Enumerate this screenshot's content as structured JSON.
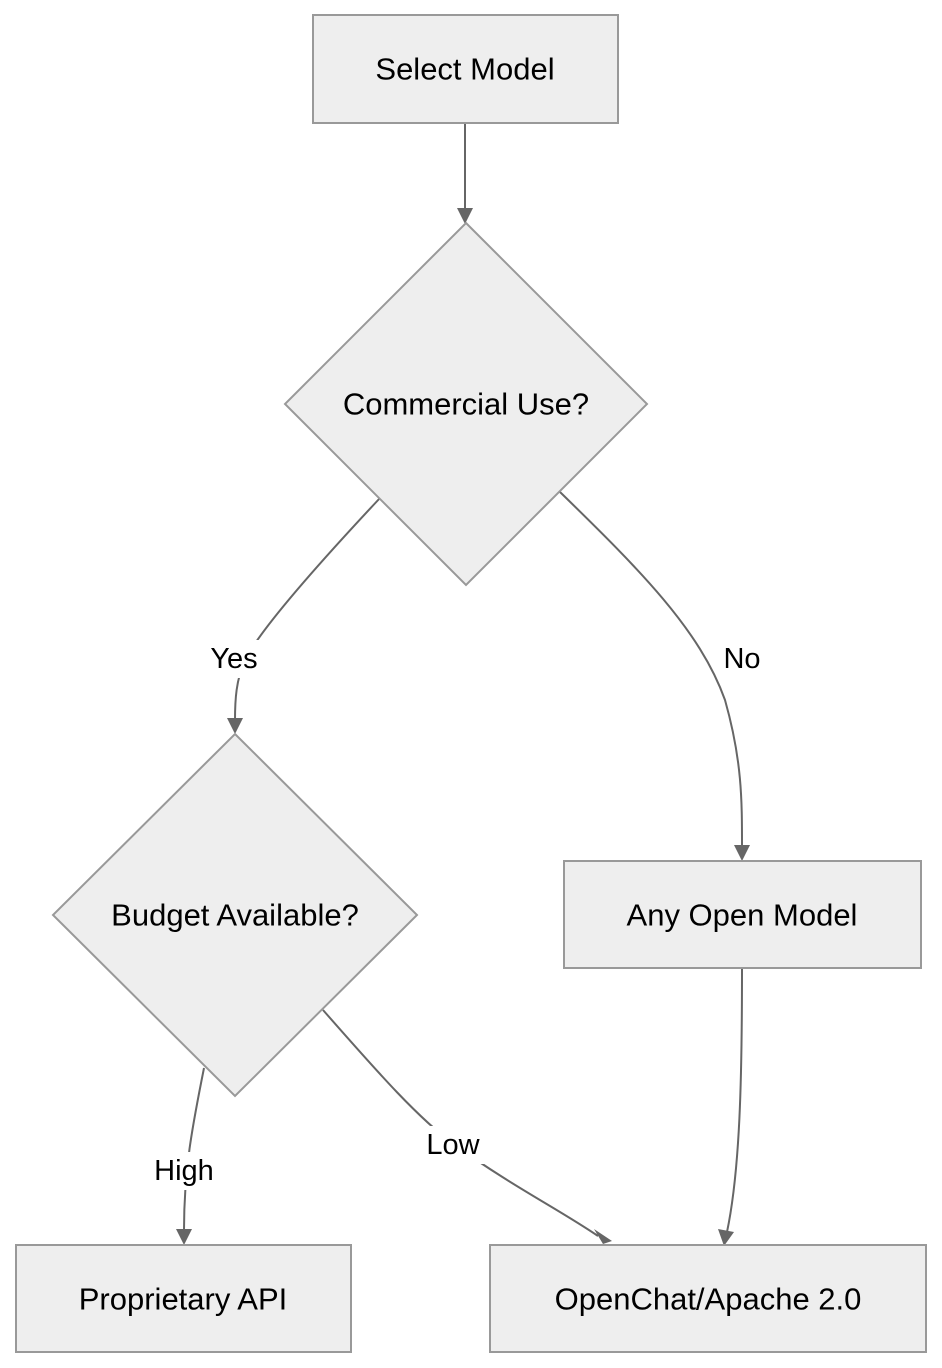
{
  "nodes": {
    "select_model": {
      "label": "Select Model"
    },
    "commercial_use": {
      "label": "Commercial Use?"
    },
    "budget_available": {
      "label": "Budget Available?"
    },
    "any_open_model": {
      "label": "Any Open Model"
    },
    "proprietary_api": {
      "label": "Proprietary API"
    },
    "openchat_apache": {
      "label": "OpenChat/Apache 2.0"
    }
  },
  "edges": {
    "yes": {
      "label": "Yes"
    },
    "no": {
      "label": "No"
    },
    "high": {
      "label": "High"
    },
    "low": {
      "label": "Low"
    }
  },
  "colors": {
    "node_fill": "#eeeeee",
    "node_stroke": "#999999",
    "edge": "#666666",
    "background": "#ffffff"
  }
}
